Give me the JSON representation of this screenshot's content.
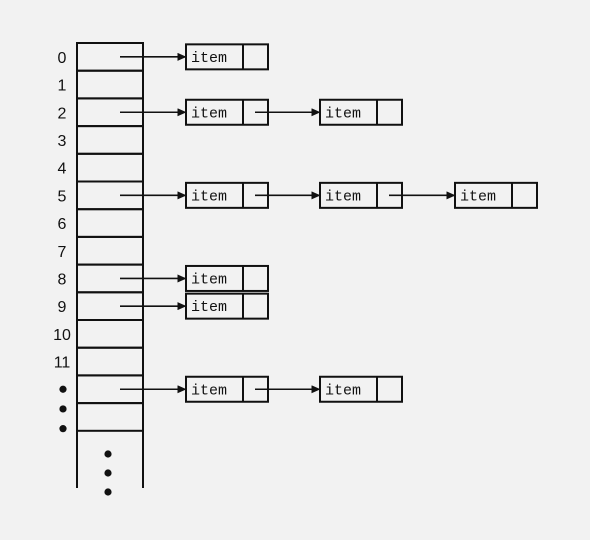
{
  "diagram": {
    "row_labels": [
      "0",
      "1",
      "2",
      "3",
      "4",
      "5",
      "6",
      "7",
      "8",
      "9",
      "10",
      "11",
      "•",
      "•",
      "•"
    ],
    "node_label": "item",
    "chains": [
      {
        "row": 0,
        "length": 1
      },
      {
        "row": 2,
        "length": 2
      },
      {
        "row": 5,
        "length": 3
      },
      {
        "row": 8,
        "length": 1
      },
      {
        "row": 9,
        "length": 1
      },
      {
        "row": 12,
        "length": 2
      }
    ],
    "colors": {
      "background": "#f2f2f2",
      "stroke": "#111111",
      "text": "#111111"
    }
  }
}
